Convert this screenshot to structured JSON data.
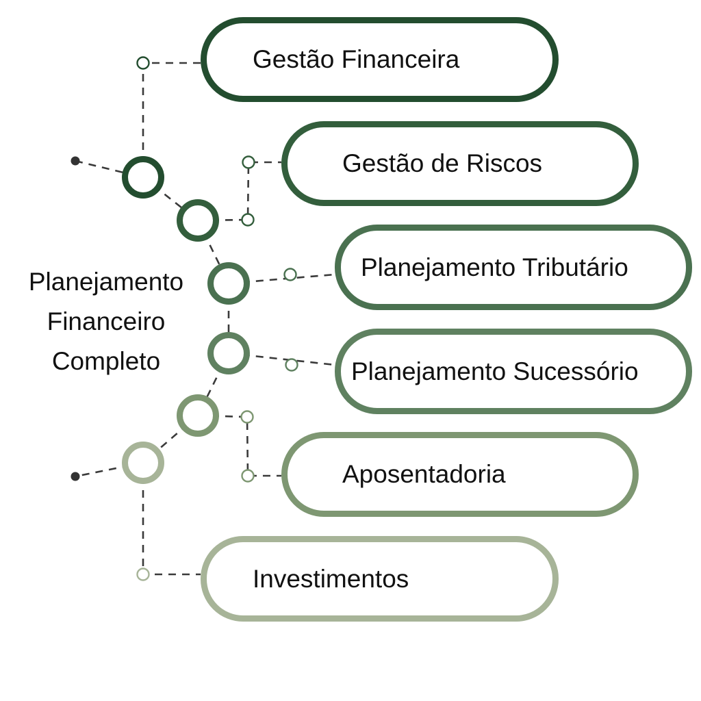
{
  "title": {
    "lines": [
      "Planejamento",
      "Financeiro",
      "Completo"
    ]
  },
  "items": [
    {
      "label": "Gestão Financeira",
      "color": "#234d2f"
    },
    {
      "label": "Gestão de Riscos",
      "color": "#335e3c"
    },
    {
      "label": "Planejamento Tributário",
      "color": "#4a7150"
    },
    {
      "label": "Planejamento Sucessório",
      "color": "#5f8160"
    },
    {
      "label": "Aposentadoria",
      "color": "#7e9772"
    },
    {
      "label": "Investimentos",
      "color": "#a7b498"
    }
  ],
  "connector_color": "#3a3a3a"
}
